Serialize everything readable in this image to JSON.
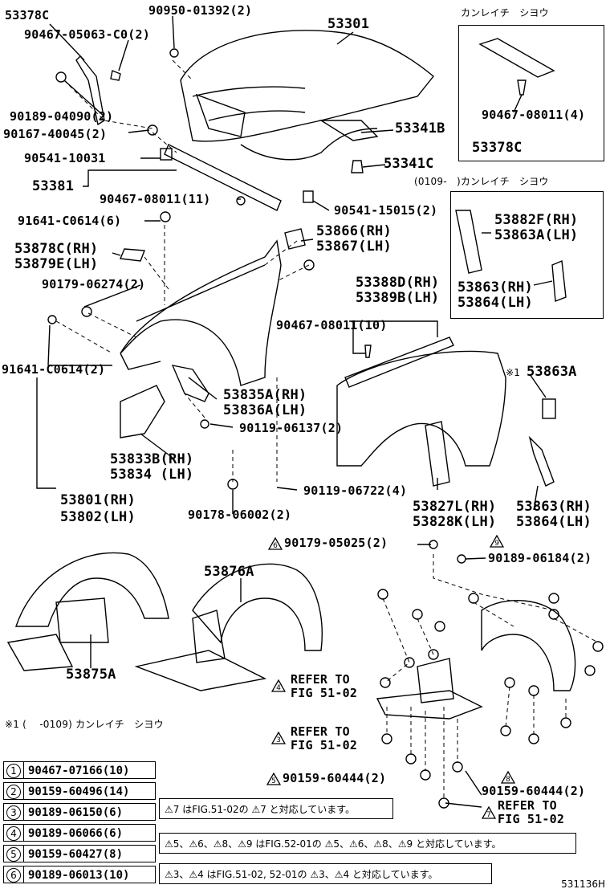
{
  "labels": {
    "p53378C": "53378C",
    "p90950": "90950-01392(2)",
    "p53301": "53301",
    "p90467_05063": "90467-05063-C0(2)",
    "p90189_04090": "90189-04090(2)",
    "p90167_40045": "90167-40045(2)",
    "p90541_10031": "90541-10031",
    "p53381": "53381",
    "p90467_08011_11": "90467-08011(11)",
    "p53341B": "53341B",
    "p53341C": "53341C",
    "p90541_15015": "90541-15015(2)",
    "p91641_C0614_a": "91641-C0614(6)",
    "p53866": "53866(RH)",
    "p53867": "53867(LH)",
    "p53878C": "53878C(RH)",
    "p53879E": "53879E(LH)",
    "p90179_06274": "90179-06274(2)",
    "p53388D": "53388D(RH)",
    "p53389B": "53389B(LH)",
    "p90467_08011_10": "90467-08011(10)",
    "p91641_C0614_b": "91641-C0614(2)",
    "p53863A_r": "53863A",
    "p53835A": "53835A(RH)",
    "p53836A": "53836A(LH)",
    "p90119_06137": "90119-06137(2)",
    "p53833B": "53833B(RH)",
    "p53834": "53834  (LH)",
    "p53801": "53801(RH)",
    "p53802": "53802(LH)",
    "p90119_06722": "90119-06722(4)",
    "p90178_06002": "90178-06002(2)",
    "p53827L": "53827L(RH)",
    "p53828K": "53828K(LH)",
    "p53863_r": "53863(RH)",
    "p53864_r": "53864(LH)",
    "p90179_05025": "90179-05025(2)",
    "p90189_06184": "90189-06184(2)",
    "p53876A": "53876A",
    "p53875A": "53875A",
    "p_refer4": "REFER TO",
    "p_fig4": "FIG 51-02",
    "p_refer3": "REFER TO",
    "p_fig3": "FIG 51-02",
    "p90159_60444_5": "90159-60444(2)",
    "p90159_60444_8": "90159-60444(2)",
    "p_refer7": "REFER TO",
    "p_fig7": "FIG 51-02"
  },
  "insets": {
    "top_title": "カンレイチ　シヨウ",
    "top_90467": "90467-08011(4)",
    "top_53378C": "53378C",
    "mid_title": "(0109-　)カンレイチ　シヨウ",
    "mid_53882F": "53882F(RH)",
    "mid_53863A": "53863A(LH)",
    "mid_53863": "53863(RH)",
    "mid_53864": "53864(LH)"
  },
  "mark": "※1",
  "footnote": "※1 (　 -0109) カンレイチ　シヨウ",
  "legend": [
    {
      "num": "1",
      "code": "90467-07166(10)"
    },
    {
      "num": "2",
      "code": "90159-60496(14)"
    },
    {
      "num": "3",
      "code": "90189-06150(6)"
    },
    {
      "num": "4",
      "code": "90189-06066(6)"
    },
    {
      "num": "5",
      "code": "90159-60427(8)"
    },
    {
      "num": "6",
      "code": "90189-06013(10)"
    }
  ],
  "notes": [
    "⚠7 はFIG.51-02の ⚠7 と対応しています。",
    "⚠5、⚠6、⚠8、⚠9 はFIG.52-01の ⚠5、⚠6、⚠8、⚠9 と対応しています。",
    "⚠3、⚠4 はFIG.51-02, 52-01の ⚠3、⚠4 と対応しています。"
  ],
  "triangle_marks": {
    "t6": "6",
    "t9": "9",
    "t4": "4",
    "t3": "3",
    "t5": "5",
    "t8": "8",
    "t7": "7"
  },
  "figure_id": "531136H"
}
